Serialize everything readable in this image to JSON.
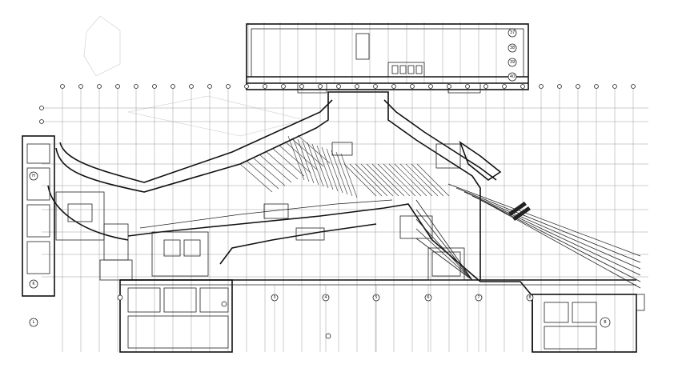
{
  "drawing": {
    "background": "#ffffff",
    "line_color": "#111111",
    "grid_color": "#9a9a9a"
  },
  "grid_markers": {
    "left": [
      "H",
      "K",
      "L"
    ],
    "top_right": [
      "37",
      "38",
      "39",
      "40"
    ],
    "bottom": [
      "3",
      "4",
      "5",
      "6",
      "7"
    ],
    "bottom_right": [
      "8",
      "B"
    ]
  }
}
